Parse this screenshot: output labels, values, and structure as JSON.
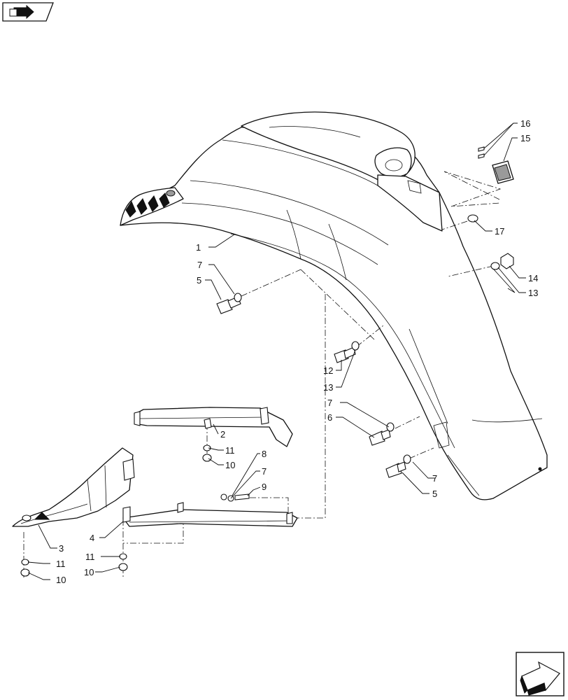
{
  "nav": {
    "top_left_icon": "book-arrow-icon",
    "bottom_right_icon": "next-page-arrow-icon"
  },
  "callouts": [
    {
      "id": "c1",
      "text": "1"
    },
    {
      "id": "c2",
      "text": "2"
    },
    {
      "id": "c3",
      "text": "3"
    },
    {
      "id": "c4",
      "text": "4"
    },
    {
      "id": "c5a",
      "text": "5"
    },
    {
      "id": "c5b",
      "text": "5"
    },
    {
      "id": "c6",
      "text": "6"
    },
    {
      "id": "c7a",
      "text": "7"
    },
    {
      "id": "c7b",
      "text": "7"
    },
    {
      "id": "c7c",
      "text": "7"
    },
    {
      "id": "c7d",
      "text": "7"
    },
    {
      "id": "c8",
      "text": "8"
    },
    {
      "id": "c9",
      "text": "9"
    },
    {
      "id": "c10a",
      "text": "10"
    },
    {
      "id": "c10b",
      "text": "10"
    },
    {
      "id": "c10c",
      "text": "10"
    },
    {
      "id": "c11a",
      "text": "11"
    },
    {
      "id": "c11b",
      "text": "11"
    },
    {
      "id": "c11c",
      "text": "11"
    },
    {
      "id": "c12",
      "text": "12"
    },
    {
      "id": "c13a",
      "text": "13"
    },
    {
      "id": "c13b",
      "text": "13"
    },
    {
      "id": "c14",
      "text": "14"
    },
    {
      "id": "c15",
      "text": "15"
    },
    {
      "id": "c16",
      "text": "16"
    },
    {
      "id": "c17",
      "text": "17"
    }
  ]
}
